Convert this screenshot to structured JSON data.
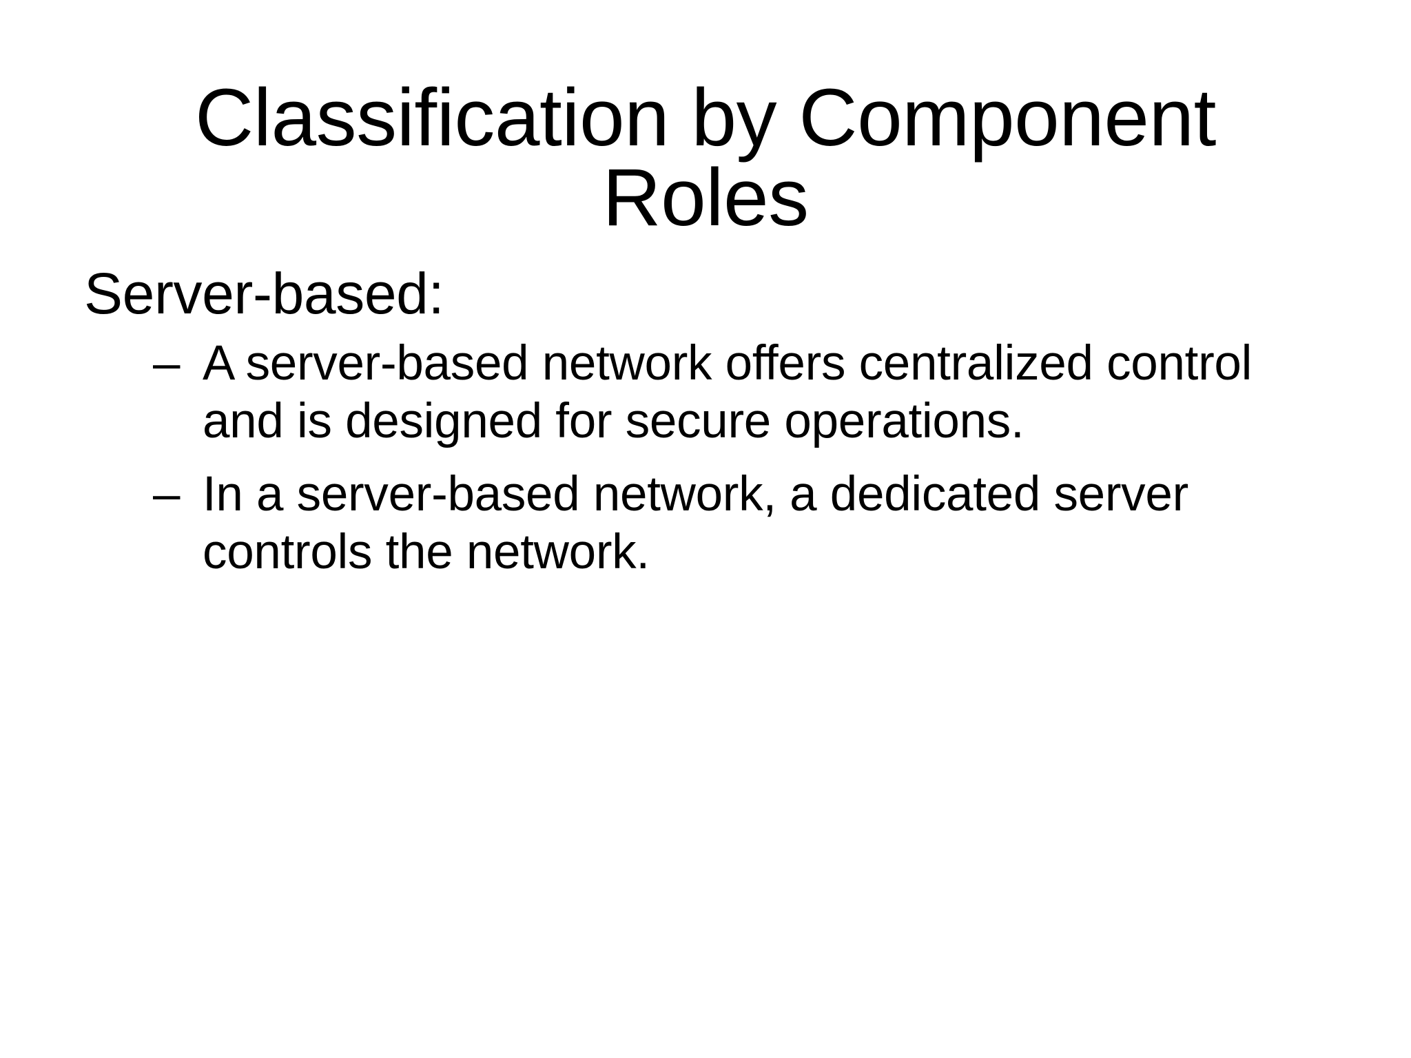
{
  "slide": {
    "title": "Classification by Component\nRoles",
    "title_lines": [
      "Classification by Component",
      "Roles"
    ],
    "background_color": "#ffffff",
    "text_color": "#000000",
    "body": {
      "level1_heading": "Server-based:",
      "bullet_marker": "–",
      "bullets": [
        {
          "marker": "–",
          "text": "A server-based network offers centralized control and is designed for secure operations."
        },
        {
          "marker": "–",
          "text": "In a server-based network, a dedicated server controls the network."
        }
      ]
    }
  }
}
